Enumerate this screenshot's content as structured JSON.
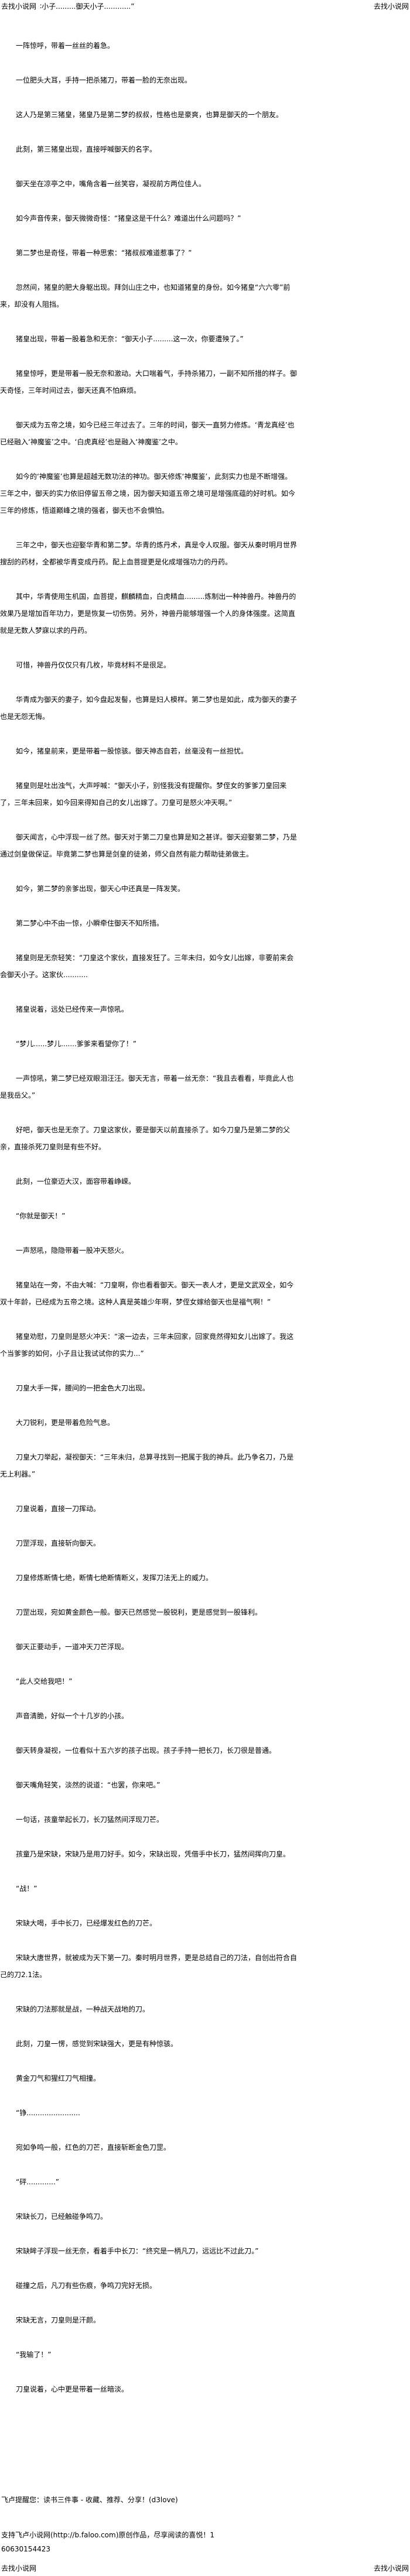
{
  "header": {
    "site_name_left": "去找小说网",
    "chapter_title": "∶小子.........御天小子............”",
    "site_name_right": "去找小说网"
  },
  "paragraphs": [
    "一阵惊呼，带着一丝丝的着急。",
    "一位肥头大耳，手持一把杀猪刀，带着一脸的无奈出现。",
    "这人乃是第三猪皇，猪皇乃是第二梦的叔叔，性格也是豪爽，也算是御天的一个朋友。",
    "此刻，第三猪皇出现，直接呼喊御天的名字。",
    "御天坐在凉亭之中，嘴角含着一丝笑容，凝视前方两位佳人。",
    "如今声音传来，御天微微奇怪：“猪皇这是干什么？难道出什么问题吗？”",
    "第二梦也是奇怪，带着一种思索：“猪叔叔难道惹事了？”",
    "忽然间，猪皇的肥大身躯出现。拜剑山庄之中，也知道猪皇的身份。如今猪皇“六六零”前来，却没有人阻挡。",
    "猪皇出现，带着一股着急和无奈：“御天小子.........这一次，你要遭殃了。”",
    "猪皇惊呼，更是带着一股无奈和激动。大口喘着气，手持杀猪刀，一副不知所措的样子。御天奇怪，三年时间过去，御天还真不怕麻烦。",
    "御天成为五帝之境，如今已经三年过去了。三年的时间，御天一直努力修炼。‘青龙真经’也已经融入‘神魔鉴’之中。‘白虎真经’也是融入‘神魔鉴’之中。",
    "如今的‘神魔鉴’也算是超越无数功法的神功。御天修炼‘神魔鉴’，此刻实力也是不断增强。三年之中，御天的实力依旧停留五帝之境，因为御天知道五帝之境可是增强底蕴的好时机。如今三年的修炼，悟道巅峰之境的强者，御天也不会惧怕。",
    "三年之中，御天也迎娶华青和第二梦。华青的炼丹术，真是令人叹服。御天从秦时明月世界搜刮的药材，全都被华青变成丹药。配上血菩提更是化成增强功力的丹药。",
    "其中，华青使用生机国，血菩提，麒麟精血，白虎精血.........炼制出一种神兽丹。神兽丹的效果乃是增加百年功力，更是恢复一切伤势。另外，神兽丹能够增强一个人的身体强度。这简直就是无数人梦寐以求的丹药。",
    "可惜，神兽丹仅仅只有几枚，毕竟材料不是很足。",
    "华青成为御天的妻子，如今盘起发髻，也算是妇人模样。第二梦也是如此，成为御天的妻子也是无怨无悔。",
    "如今，猪皇前来，更是带着一股惊骇。御天神态自若，丝毫没有一丝担忧。",
    "猪皇则是吐出浊气，大声呼喊：“御天小子，别怪我没有提醒你。梦侄女的爹爹刀皇回来了，三年未回来，如今回来得知自己的女儿出嫁了。刀皇可是怒火冲天啊。”",
    "御天闻言，心中浮现一丝了然。御天对于第二刀皇也算是知之甚详。御天迎娶第二梦，乃是通过剑皇做保证。毕竟第二梦也算是剑皇的徒弟，师父自然有能力帮助徒弟做主。",
    "如今，第二梦的亲爹出现，御天心中还真是一阵发笑。",
    "第二梦心中不由一惊，小瞬牵住御天不知所措。",
    "猪皇则是无奈轻笑：“刀皇这个家伙，直接发狂了。三年未归，如今女儿出嫁，非要前来会会御天小子。这家伙...........",
    "猪皇说着，远处已经传来一声惊吼。",
    "“梦儿......梦儿.......爹爹来看望你了！”",
    "一声惊吼，第二梦已经双眼泪汪汪。御天无言，带着一丝无奈：“我且去看看，毕竟此人也是我岳父。”",
    "好吧，御天也是无奈了。刀皇这家伙，要是御天以前直接杀了。如今刀皇乃是第二梦的父亲，直接杀死刀皇则是有些不好。",
    "此刻，一位豪迈大汉，面容带着峥嵘。",
    "“你就是御天！”",
    "一声怒吼，隐隐带着一股冲天怒火。",
    "猪皇站在一旁，不由大喊：“刀皇啊，你也看看御天。御天一表人才，更是文武双全，如今双十年龄，已经成为五帝之境。这种人真是英雄少年啊，梦侄女嫁给御天也是福气啊！”",
    "猪皇劝慰，刀皇则是怒火冲天：“滚一边去，三年未回家，回家竟然得知女儿出嫁了。我这个当爹爹的如何，小子且让我试试你的实力...”",
    "刀皇大手一挥，腰间的一把金色大刀出现。",
    "大刀锐利，更是带着危险气息。",
    "刀皇大刀举起，凝视御天：“三年未归，总算寻找到一把属于我的神兵。此乃争名刀，乃是无上利器。”",
    "刀皇说着，直接一刀挥动。",
    "刀罡浮现，直接斩向御天。",
    "刀皇修炼断情七绝，断情七绝断情断义，发挥刀法无上的威力。",
    "刀罡出现，宛如黄金颜色一般。御天已然感觉一股锐利，更是感觉到一股锋利。",
    "御天正要动手，一道冲天刀芒浮现。",
    "“此人交给我吧！”",
    "声音清脆，好似一个十几岁的小孩。",
    "御天转身凝视，一位看似十五六岁的孩子出现。孩子手持一把长刀，长刀很是普通。",
    "御天嘴角轻笑，淡然的说道：“也罢，你来吧。”",
    "一句话，孩童举起长刀，长刀猛然间浮现刀芒。",
    "孩童乃是宋缺，宋缺乃是用刀好手。如今，宋缺出现，凭借手中长刀，猛然间挥向刀皇。",
    "“战！”",
    "宋缺大喝，手中长刀，已经爆发红色的刀芒。",
    "宋缺大唐世界，就被成为天下第一刀。秦时明月世界，更是总结自己的刀法，自创出符合自己的刀2.1法。",
    "宋缺的刀法那就是战，一种战天战地的刀。",
    "此刻，刀皇一愣，感觉到宋缺强大，更是有种惊骇。",
    "黄金刀气和猩红刀气相撞。",
    "“铮........................",
    "宛如争鸣一般，红色的刀芒，直接斩断金色刀罡。",
    "“砰.............”",
    "宋缺长刀，已经触碰争鸣刀。",
    "宋缺眸子浮现一丝无奈，看着手中长刀：“终究是一柄凡刀，远远比不过此刀。”",
    "碰撞之后，凡刀有些伤痕，争鸣刀完好无损。",
    "宋缺无言，刀皇则是汗颜。",
    "“我输了！”",
    "刀皇说着，心中更是带着一丝暗淡。"
  ],
  "footer": {
    "notice": "飞卢提醒您：读书三件事 - 收藏、推荐、分享！(d3love)",
    "support": "支持飞卢小说网(http://b.faloo.com)原创作品，尽享阅读的喜悦！1",
    "code": "60630154423",
    "site_name_left": "去找小说网",
    "site_name_right": "去找小说网"
  }
}
